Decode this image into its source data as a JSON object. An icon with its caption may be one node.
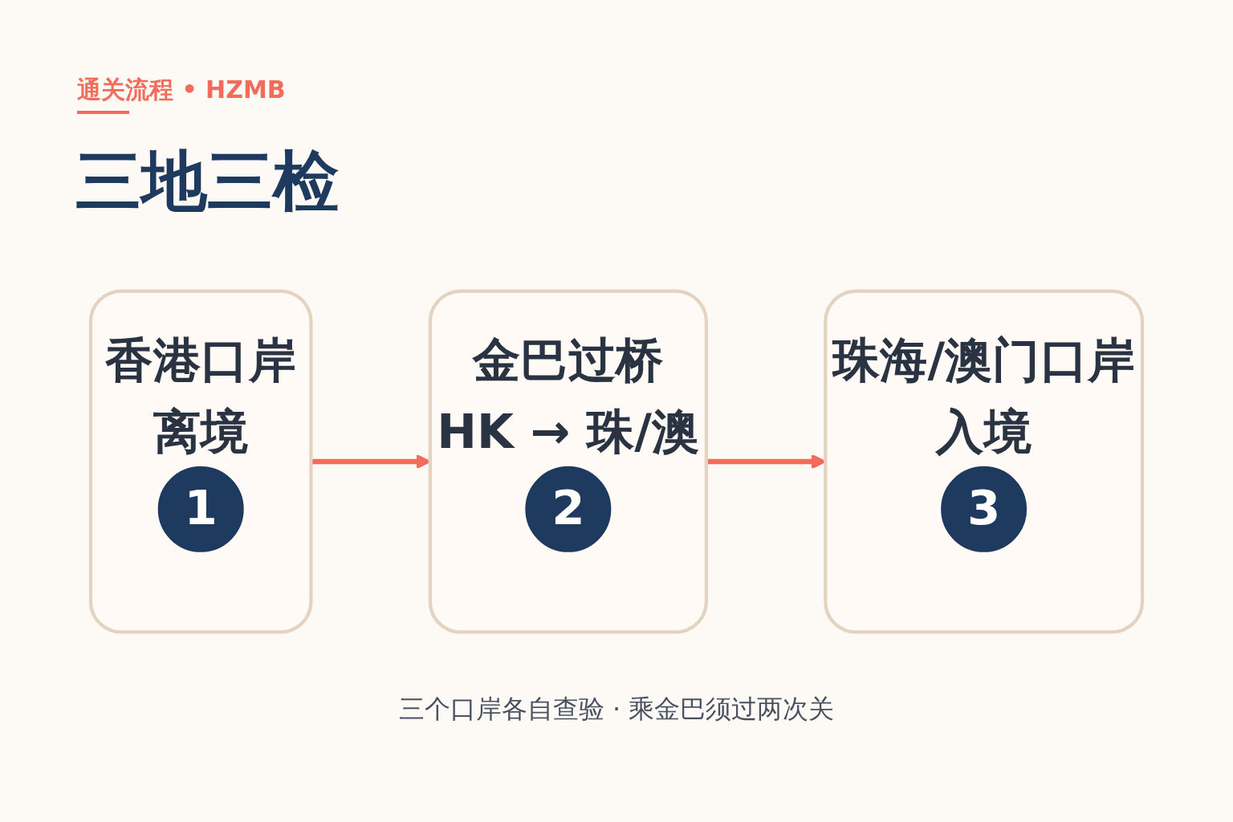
{
  "diagram": {
    "title": "三地三检",
    "nodes": [
      {
        "text": [
          "香港口岸",
          "离境"
        ]
      },
      {
        "text": [
          "1"
        ],
        "in": 0
      },
      {
        "text": [
          "金巴过桥",
          "HK → 珠/澳"
        ]
      },
      {
        "text": [
          "2"
        ],
        "in": 2
      },
      {
        "text": [
          "珠海/澳门口岸",
          "入境"
        ]
      },
      {
        "text": [
          "3"
        ],
        "in": 4
      }
    ],
    "edges": [
      {
        "from": 0,
        "to": 2,
        "arrow": "to"
      },
      {
        "from": 2,
        "to": 4,
        "arrow": "to"
      }
    ],
    "labels": [
      "通关流程 • HZMB"
    ],
    "caption": "三个口岸各自查验 · 乘金巴须过两次关"
  }
}
